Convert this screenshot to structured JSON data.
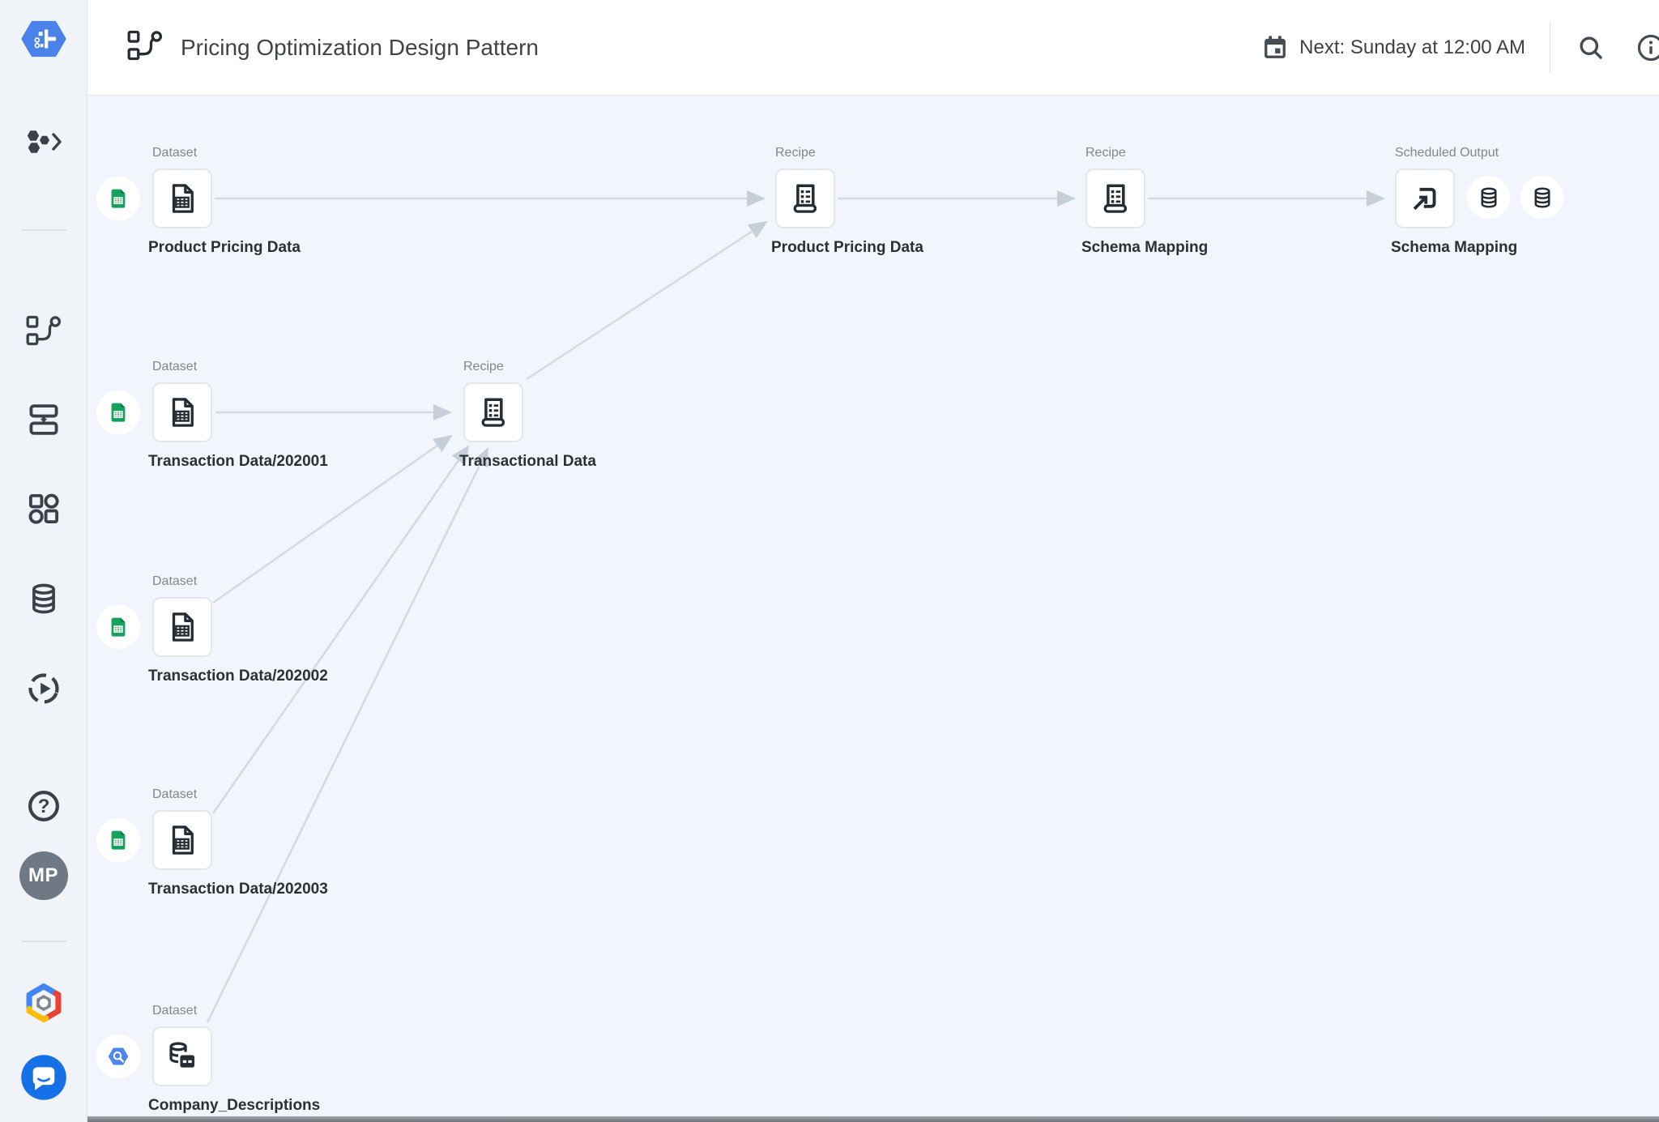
{
  "header": {
    "title": "Pricing Optimization Design Pattern",
    "schedule_label": "Next: Sunday at 12:00 AM",
    "icons": {
      "left": "flow-icon",
      "schedule": "calendar-icon",
      "actions": [
        "search-icon",
        "info-icon"
      ]
    }
  },
  "sidebar": {
    "logo": "dataprep-logo",
    "avatar_initials": "MP",
    "icons": [
      "hexagons-expand-icon",
      "flow-icon",
      "plan-icon",
      "library-icon",
      "database-icon",
      "job-history-icon",
      "help-icon",
      "google-cloud-logo",
      "chat-icon"
    ]
  },
  "canvas": {
    "nodes": [
      {
        "type": "Dataset",
        "name": "Product Pricing Data",
        "source": "google-sheets"
      },
      {
        "type": "Recipe",
        "name": "Product Pricing Data"
      },
      {
        "type": "Recipe",
        "name": "Schema Mapping"
      },
      {
        "type": "Scheduled Output",
        "name": "Schema Mapping",
        "output_count": 2
      },
      {
        "type": "Dataset",
        "name": "Transaction Data/202001",
        "source": "google-sheets"
      },
      {
        "type": "Recipe",
        "name": "Transactional Data"
      },
      {
        "type": "Dataset",
        "name": "Transaction Data/202002",
        "source": "google-sheets"
      },
      {
        "type": "Dataset",
        "name": "Transaction Data/202003",
        "source": "google-sheets"
      },
      {
        "type": "Dataset",
        "name": "Company_Descriptions",
        "source": "bigquery"
      }
    ]
  },
  "colors": {
    "accent_blue": "#4b82ea",
    "sheets_green": "#17a05e",
    "sheets_green_dark": "#0c7d45",
    "bigquery_blue": "#4f86ec",
    "edge_line": "#d3dae2",
    "edge_arrow": "#c6cfd9",
    "canvas_bg": "#f2f5fb",
    "icon_dark": "#262c33"
  }
}
